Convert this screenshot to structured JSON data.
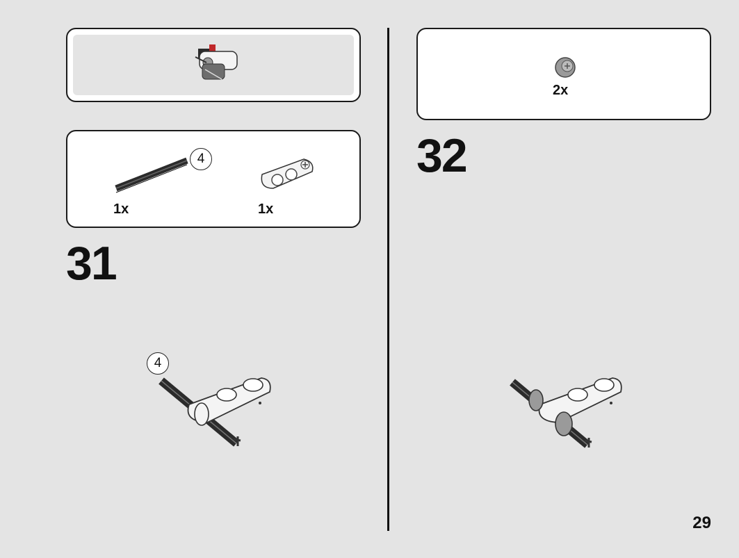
{
  "page": {
    "number": "29"
  },
  "callout_label": "4",
  "step31": {
    "number": "31",
    "parts": [
      {
        "name": "axle-4",
        "quantity": "1x"
      },
      {
        "name": "beam-connector",
        "quantity": "1x"
      }
    ]
  },
  "step32": {
    "number": "32",
    "parts": [
      {
        "name": "bush",
        "quantity": "2x"
      }
    ]
  },
  "colors": {
    "background": "#e4e4e4",
    "part_black": "#2b2b2b",
    "part_white": "#f4f4f4",
    "part_gray": "#9a9a9a",
    "accent_red": "#c0282a"
  }
}
